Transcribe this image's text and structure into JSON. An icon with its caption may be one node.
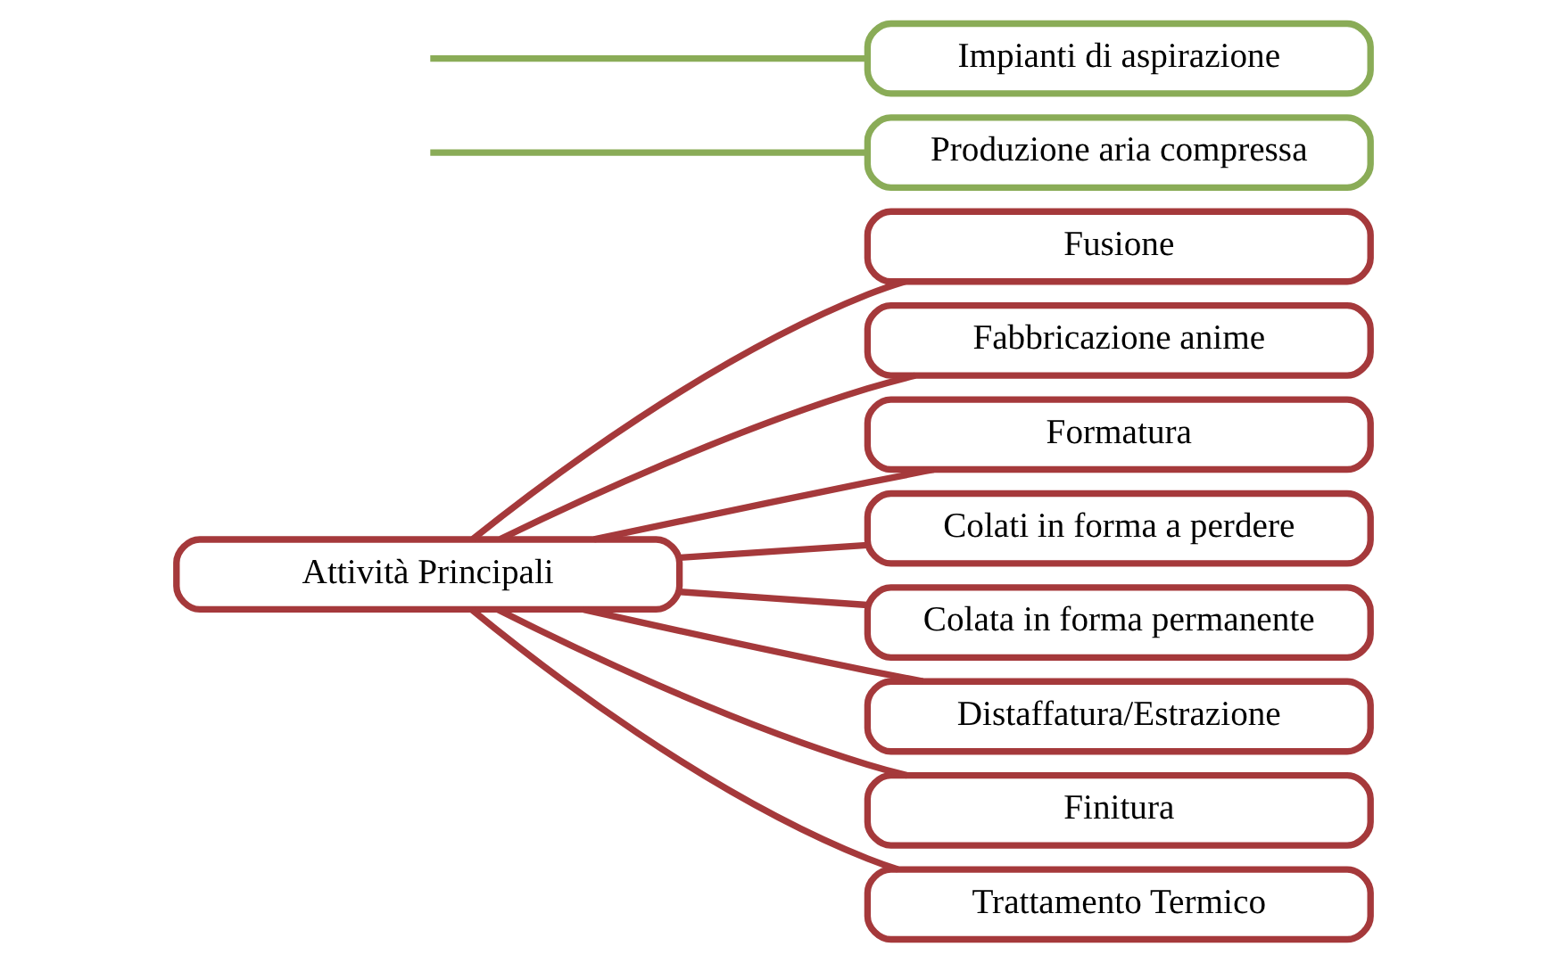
{
  "diagram": {
    "nodes": [
      {
        "text": [
          "Fusione"
        ]
      },
      {
        "text": [
          "Fabbricazione anime"
        ]
      },
      {
        "text": [
          "Formatura"
        ]
      },
      {
        "text": [
          "Colati in forma a perdere"
        ]
      },
      {
        "text": [
          "Colata in forma permanente"
        ]
      },
      {
        "text": [
          "Distaffatura/Estrazione"
        ]
      },
      {
        "text": [
          "Finitura"
        ]
      },
      {
        "text": [
          "Trattamento Termico"
        ]
      },
      {
        "text": [
          "Attività Principali"
        ]
      },
      {
        "text": [
          "Produzione aria compressa"
        ]
      },
      {
        "text": [
          "Impianti di aspirazione"
        ]
      }
    ],
    "edges": [
      {
        "from": 8,
        "to": 0,
        "arrow": "none"
      },
      {
        "from": 8,
        "to": 1,
        "arrow": "none"
      },
      {
        "from": 8,
        "to": 2,
        "arrow": "none"
      },
      {
        "from": 8,
        "to": 3,
        "arrow": "none"
      },
      {
        "from": 8,
        "to": 4,
        "arrow": "none"
      },
      {
        "from": 8,
        "to": 5,
        "arrow": "none"
      },
      {
        "from": 8,
        "to": 6,
        "arrow": "none"
      },
      {
        "from": 8,
        "to": 7,
        "arrow": "none"
      },
      {
        "from": null,
        "to": 9,
        "arrow": "none",
        "color": "#8aac57"
      },
      {
        "from": null,
        "to": 10,
        "arrow": "none",
        "color": "#8aac57"
      }
    ]
  }
}
